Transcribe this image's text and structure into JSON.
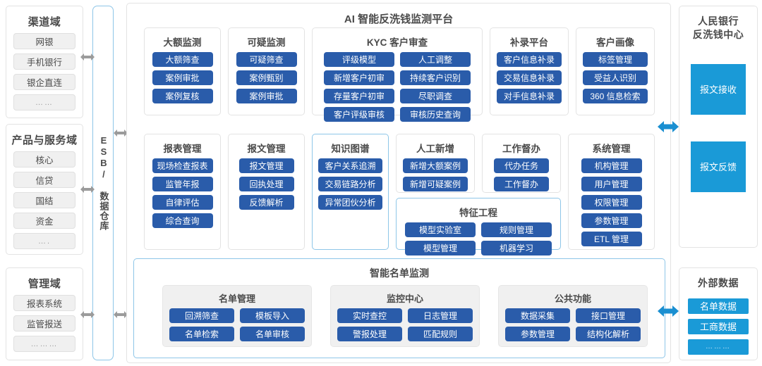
{
  "left_domains": [
    {
      "name": "channel-domain",
      "title": "渠道域",
      "items": [
        "网银",
        "手机银行",
        "银企直连",
        "……"
      ]
    },
    {
      "name": "product-service-domain",
      "title": "产品与服务域",
      "items": [
        "核心",
        "信贷",
        "国结",
        "资金",
        "…."
      ]
    },
    {
      "name": "management-domain",
      "title": "管理域",
      "items": [
        "报表系统",
        "监管报送",
        "………"
      ]
    }
  ],
  "esb": {
    "label": "ESB/ 数据仓库"
  },
  "platform": {
    "title": "AI 智能反洗钱监测平台",
    "modules_row1": [
      {
        "name": "large-amount-monitoring",
        "title": "大额监测",
        "buttons": [
          "大额筛查",
          "案例审批",
          "案例复核"
        ]
      },
      {
        "name": "suspicious-monitoring",
        "title": "可疑监测",
        "buttons": [
          "可疑筛查",
          "案例甄别",
          "案例审批"
        ]
      },
      {
        "name": "kyc-customer-review",
        "title": "KYC 客户审查",
        "buttons": [
          "评级模型",
          "人工调整",
          "新增客户初审",
          "持续客户识别",
          "存量客户初审",
          "尽职调查",
          "客户评级审核",
          "审核历史查询"
        ]
      },
      {
        "name": "supplementary-platform",
        "title": "补录平台",
        "buttons": [
          "客户信息补录",
          "交易信息补录",
          "对手信息补录"
        ]
      },
      {
        "name": "customer-profile",
        "title": "客户画像",
        "buttons": [
          "标签管理",
          "受益人识别",
          "360 信息检索"
        ]
      }
    ],
    "modules_row2": [
      {
        "name": "report-management",
        "title": "报表管理",
        "buttons": [
          "现场检查报表",
          "监管年报",
          "自律评估",
          "综合查询"
        ]
      },
      {
        "name": "message-management",
        "title": "报文管理",
        "buttons": [
          "报文管理",
          "回执处理",
          "反馈解析"
        ]
      },
      {
        "name": "knowledge-graph",
        "title": "知识图谱",
        "highlight": true,
        "buttons": [
          "客户关系追溯",
          "交易链路分析",
          "异常团伙分析"
        ]
      },
      {
        "name": "manual-addition",
        "title": "人工新增",
        "buttons": [
          "新增大额案例",
          "新增可疑案例"
        ]
      },
      {
        "name": "work-supervision",
        "title": "工作督办",
        "buttons": [
          "代办任务",
          "工作督办"
        ]
      },
      {
        "name": "feature-engineering",
        "title": "特征工程",
        "highlight": true,
        "buttons": [
          "模型实验室",
          "规则管理",
          "模型管理",
          "机器学习"
        ]
      },
      {
        "name": "system-management",
        "title": "系统管理",
        "buttons": [
          "机构管理",
          "用户管理",
          "权限管理",
          "参数管理",
          "ETL 管理"
        ]
      }
    ],
    "smart_list": {
      "name": "smart-list-monitoring",
      "title": "智能名单监测",
      "groups": [
        {
          "name": "list-management",
          "title": "名单管理",
          "buttons": [
            "回溯筛查",
            "模板导入",
            "名单检索",
            "名单审核"
          ]
        },
        {
          "name": "monitoring-center",
          "title": "监控中心",
          "buttons": [
            "实时查控",
            "日志管理",
            "警报处理",
            "匹配规则"
          ]
        },
        {
          "name": "public-functions",
          "title": "公共功能",
          "buttons": [
            "数据采集",
            "接口管理",
            "参数管理",
            "结构化解析"
          ]
        }
      ]
    }
  },
  "right_panels": [
    {
      "name": "pboc-aml-center",
      "title": "人民银行\n反洗钱中心",
      "title_lines": [
        "人民银行",
        "反洗钱中心"
      ],
      "blocks": [
        "报文接收",
        "报文反馈"
      ]
    },
    {
      "name": "external-data",
      "title": "外部数据",
      "title_lines": [
        "外部数据"
      ],
      "blocks": [
        "名单数据",
        "工商数据",
        "………"
      ]
    }
  ],
  "colors": {
    "button_blue": "#2a5caa",
    "accent_cyan": "#1a9ad7",
    "highlight_border": "#8ec6e8",
    "chip_grey": "#f0f0f0"
  }
}
